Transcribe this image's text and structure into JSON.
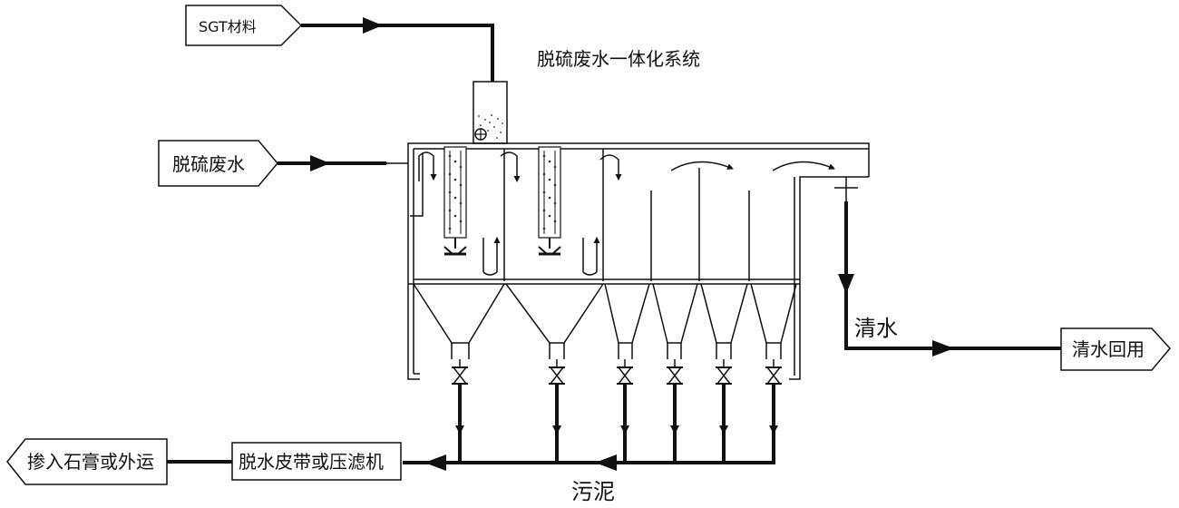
{
  "title": "脱硫废水一体化系统",
  "inputs": {
    "sgt_material": "SGT材料",
    "desulfurization_wastewater": "脱硫废水"
  },
  "outputs": {
    "clear_water": "清水",
    "clear_water_reuse": "清水回用",
    "sludge": "污泥",
    "dewatering": "脱水皮带或压滤机",
    "disposal": "掺入石膏或外运"
  },
  "colors": {
    "line": "#111111",
    "background": "#ffffff"
  }
}
